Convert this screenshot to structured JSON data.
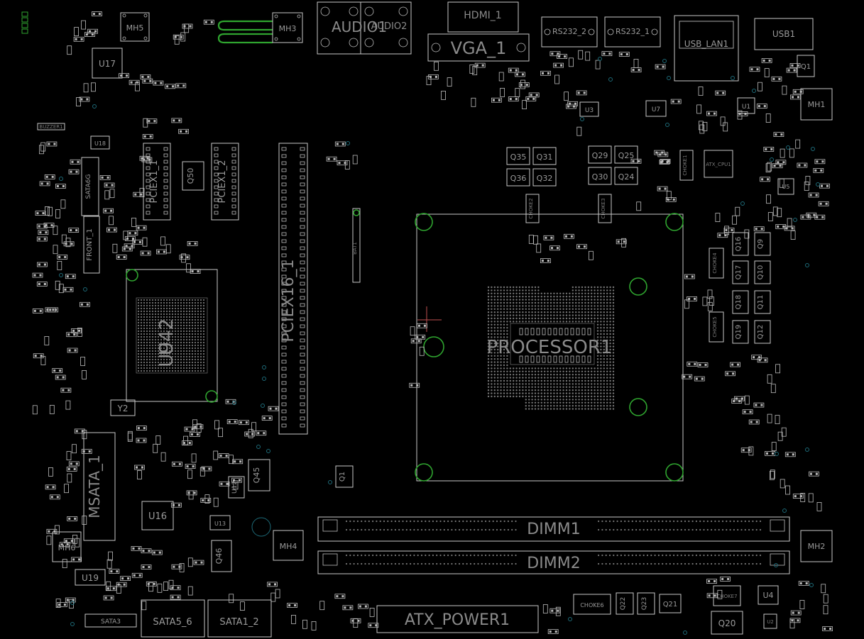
{
  "labels": {
    "mh5": "MH5",
    "mh3": "MH3",
    "audio1": "AUDIO1",
    "audio2": "AUDIO2",
    "hdmi": "HDMI_1",
    "vga": "VGA_1",
    "rs232_2": "RS232_2",
    "rs232_1": "RS232_1",
    "usb_lan": "USB_LAN1",
    "usb1": "USB1",
    "u17": "U17",
    "buzzer": "BUZZER1",
    "q1": "Q1",
    "mh1": "MH1",
    "u1": "U1",
    "u3": "U3",
    "u7": "U7",
    "u5": "U5",
    "u18": "U18",
    "sata_lbl": "SATA6G",
    "pciex1_1": "PCIEX1_1",
    "q50": "Q50",
    "pciex1_2": "PCIEX1_2",
    "pciex16": "PCIEX16_1",
    "bat": "BAT1",
    "q35": "Q35",
    "q31": "Q31",
    "q29": "Q29",
    "q25": "Q25",
    "q36": "Q36",
    "q32": "Q32",
    "q30": "Q30",
    "q24": "Q24",
    "choke1": "CHOKE1",
    "atx_cpu": "ATX_CPU1",
    "choke2": "CHOKE2",
    "choke3": "CHOKE3",
    "choke4": "CHOKE4",
    "choke5": "CHOKE5",
    "q16": "Q16",
    "q9": "Q9",
    "q17": "Q17",
    "q10": "Q10",
    "q18": "Q18",
    "q11": "Q11",
    "q19": "Q19",
    "q12": "Q12",
    "u42": "U42",
    "u9": "U9",
    "processor": "PROCESSOR1",
    "front": "FRONT_1",
    "y2": "Y2",
    "msata": "MSATA_1",
    "u16": "U16",
    "u12": "U12",
    "q45": "Q45",
    "q1b": "Q1",
    "u13": "U13",
    "q46": "Q46",
    "mh4": "MH4",
    "mh6": "MH6",
    "u19": "U19",
    "dimm1": "DIMM1",
    "dimm2": "DIMM2",
    "mh2": "MH2",
    "sata_bot": "SATA3",
    "sata5": "SATA5_6",
    "sata1": "SATA1_2",
    "atx_power": "ATX_POWER1",
    "choke6": "CHOKE6",
    "q22": "Q22",
    "q21": "Q21",
    "q23": "Q23",
    "choke7": "CHOKE7",
    "u4": "U4",
    "q20": "Q20",
    "u2": "U2"
  },
  "colors": {
    "background": "#000000",
    "outline": "#c8c8c8",
    "mounting_hole": "#2fa52f",
    "via": "#1d6a78"
  }
}
